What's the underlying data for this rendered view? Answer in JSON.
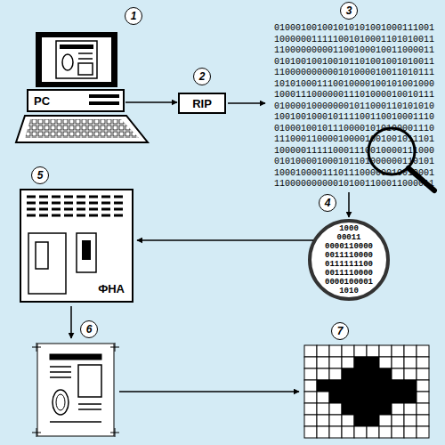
{
  "diagram": {
    "nodes": [
      {
        "text": [
          "PC"
        ]
      },
      {
        "text": [
          "RIP"
        ]
      },
      {
        "text": [
          "ФНА"
        ]
      }
    ],
    "edges": [
      {
        "from": 0,
        "to": 1,
        "arrow": "to"
      }
    ],
    "labels": [
      "1",
      "2",
      "3",
      "010001001001010101001000111001 100000011111001010001101010011 110000000001100100010011000011 010100100100101101001001010011 110000000000101000010011010111 101010001110010000100101001000 100011100000011101000010010111 010000100000001011000110101010 100100100010111100110010001110 010001001011100001010100001110 111000110000100001001001011101 100000111110001110010000111000 010100001000101101000000110101 100010000111011100000010010001 110000000000101001100011000011",
      "4",
      "1000 00011 0000110000 0011110000 0111111100 0011110000 0000100001 1010",
      "5",
      "6",
      "7"
    ]
  }
}
